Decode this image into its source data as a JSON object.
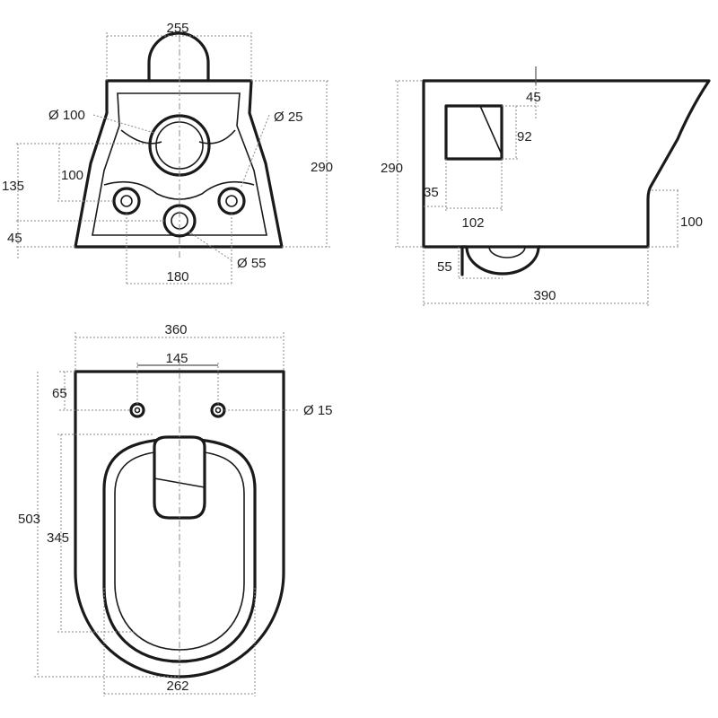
{
  "front_view": {
    "width_top": "255",
    "pipe_diameter": "Ø 100",
    "hole_diameter": "Ø 25",
    "height": "290",
    "dim_135": "135",
    "dim_100": "100",
    "dim_45": "45",
    "dim_180": "180",
    "drain_diameter": "Ø 55"
  },
  "side_view": {
    "height": "290",
    "dim_45": "45",
    "dim_92": "92",
    "dim_35": "35",
    "dim_102": "102",
    "dim_100": "100",
    "dim_55": "55",
    "depth": "390"
  },
  "top_view": {
    "width": "360",
    "hole_spacing": "145",
    "dim_65": "65",
    "hole_diameter": "Ø 15",
    "length": "503",
    "seat_length": "345",
    "seat_width": "262"
  }
}
